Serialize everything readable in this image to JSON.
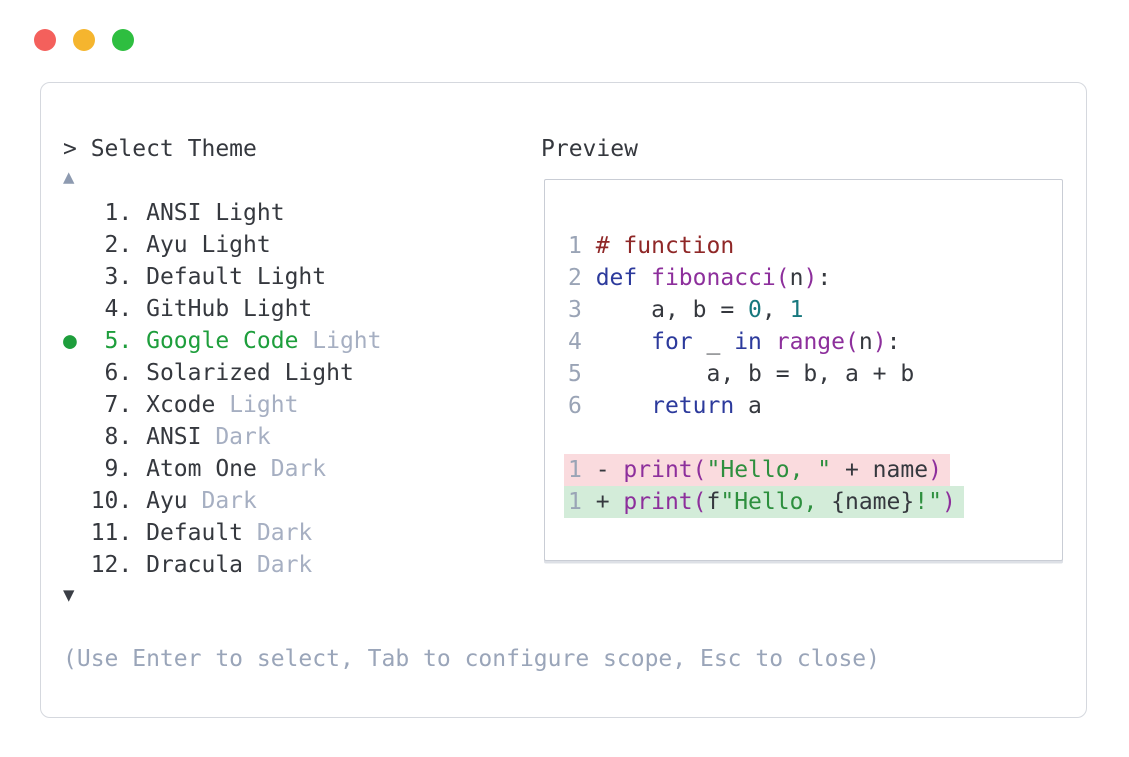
{
  "window": {
    "traffic_lights": [
      {
        "name": "close",
        "color": "#f4605c"
      },
      {
        "name": "minimize",
        "color": "#f5b52e"
      },
      {
        "name": "zoom",
        "color": "#2ebe40"
      }
    ]
  },
  "palette": {
    "text_dark": "#35383e",
    "text_muted": "#a6afc2",
    "help_text": "#9aa5b9",
    "selection_green": "#1e9e3c",
    "line_number_gray": "#9aa4b6",
    "syntax_comment": "#8f2727",
    "syntax_keyword": "#2c3a9c",
    "syntax_function": "#8d2f9c",
    "syntax_number": "#17787e",
    "syntax_string": "#2d8f3e",
    "diff_removed_bg": "#fadbde",
    "diff_added_bg": "#d3ecd9",
    "panel_border": "#d5d8de",
    "preview_border": "#c9cdd5"
  },
  "selector": {
    "title": "> Select Theme",
    "scroll_up_indicator": "▲",
    "scroll_down_indicator": "▼",
    "selected_bullet": "●",
    "help": "(Use Enter to select, Tab to configure scope, Esc to close)",
    "items": [
      {
        "num": " 1",
        "name": "ANSI Light",
        "variant": "",
        "selected": false
      },
      {
        "num": " 2",
        "name": "Ayu Light",
        "variant": "",
        "selected": false
      },
      {
        "num": " 3",
        "name": "Default Light",
        "variant": "",
        "selected": false
      },
      {
        "num": " 4",
        "name": "GitHub Light",
        "variant": "",
        "selected": false
      },
      {
        "num": " 5",
        "name": "Google Code",
        "variant": "Light",
        "selected": true
      },
      {
        "num": " 6",
        "name": "Solarized Light",
        "variant": "",
        "selected": false
      },
      {
        "num": " 7",
        "name": "Xcode",
        "variant": "Light",
        "selected": false
      },
      {
        "num": " 8",
        "name": "ANSI",
        "variant": "Dark",
        "selected": false
      },
      {
        "num": " 9",
        "name": "Atom One",
        "variant": "Dark",
        "selected": false
      },
      {
        "num": "10",
        "name": "Ayu",
        "variant": "Dark",
        "selected": false
      },
      {
        "num": "11",
        "name": "Default",
        "variant": "Dark",
        "selected": false
      },
      {
        "num": "12",
        "name": "Dracula",
        "variant": "Dark",
        "selected": false
      }
    ]
  },
  "preview": {
    "label": "Preview",
    "code_lines": [
      {
        "num": "1",
        "tokens": [
          {
            "c": "comment",
            "t": "# function"
          }
        ]
      },
      {
        "num": "2",
        "tokens": [
          {
            "c": "kw",
            "t": "def"
          },
          {
            "c": "plain",
            "t": " "
          },
          {
            "c": "fn",
            "t": "fibonacci("
          },
          {
            "c": "plain",
            "t": "n"
          },
          {
            "c": "fn",
            "t": ")"
          },
          {
            "c": "plain",
            "t": ":"
          }
        ]
      },
      {
        "num": "3",
        "tokens": [
          {
            "c": "plain",
            "t": "    a, b = "
          },
          {
            "c": "num",
            "t": "0"
          },
          {
            "c": "plain",
            "t": ", "
          },
          {
            "c": "num",
            "t": "1"
          }
        ]
      },
      {
        "num": "4",
        "tokens": [
          {
            "c": "plain",
            "t": "    "
          },
          {
            "c": "kw",
            "t": "for"
          },
          {
            "c": "plain",
            "t": " _ "
          },
          {
            "c": "kw",
            "t": "in"
          },
          {
            "c": "plain",
            "t": " "
          },
          {
            "c": "fn",
            "t": "range("
          },
          {
            "c": "plain",
            "t": "n"
          },
          {
            "c": "fn",
            "t": ")"
          },
          {
            "c": "plain",
            "t": ":"
          }
        ]
      },
      {
        "num": "5",
        "tokens": [
          {
            "c": "plain",
            "t": "        a, b = b, a + b"
          }
        ]
      },
      {
        "num": "6",
        "tokens": [
          {
            "c": "plain",
            "t": "    "
          },
          {
            "c": "kw",
            "t": "return"
          },
          {
            "c": "plain",
            "t": " a"
          }
        ]
      }
    ],
    "diff_lines": [
      {
        "num": "1",
        "kind": "removed",
        "tokens": [
          {
            "c": "plain",
            "t": "- "
          },
          {
            "c": "fn",
            "t": "print("
          },
          {
            "c": "str",
            "t": "\"Hello, \""
          },
          {
            "c": "plain",
            "t": " + name"
          },
          {
            "c": "fn",
            "t": ")"
          }
        ]
      },
      {
        "num": "1",
        "kind": "added",
        "tokens": [
          {
            "c": "plain",
            "t": "+ "
          },
          {
            "c": "fn",
            "t": "print("
          },
          {
            "c": "plain",
            "t": "f"
          },
          {
            "c": "str",
            "t": "\"Hello, "
          },
          {
            "c": "plain",
            "t": "{name}"
          },
          {
            "c": "str",
            "t": "!\""
          },
          {
            "c": "fn",
            "t": ")"
          }
        ]
      }
    ]
  }
}
